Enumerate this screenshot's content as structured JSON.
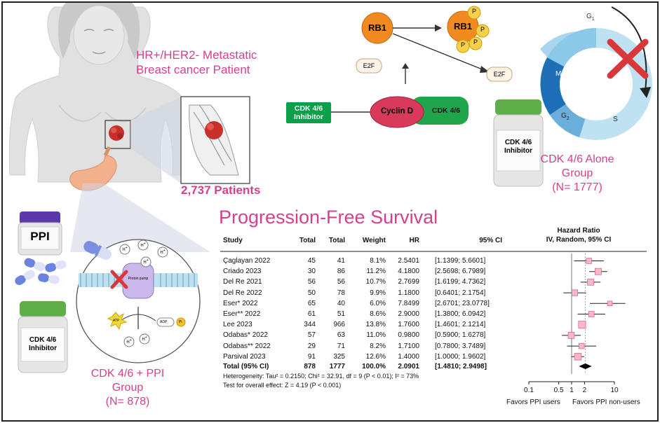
{
  "patient_label": {
    "line1": "HR+/HER2- Metastatic",
    "line2": "Breast cancer Patient"
  },
  "patients_count": "2,737 Patients",
  "pathway": {
    "rb1": "RB1",
    "rb1_p": "RB1",
    "phospho": "P",
    "e2f_left": "E2F",
    "e2f_right": "E2F",
    "cyclin_d": "Cyclin D",
    "cdk46": "CDK 4/6",
    "inhibitor_l1": "CDK 4/6",
    "inhibitor_l2": "Inhibitor"
  },
  "cell_cycle": {
    "g1": "G",
    "g1_sub": "1",
    "m": "M",
    "g2": "G",
    "g2_sub": "2",
    "s": "S"
  },
  "bottle_right": {
    "l1": "CDK 4/6",
    "l2": "Inhibitor"
  },
  "bottle_left": {
    "l1": "CDK 4/6",
    "l2": "Inhibitor"
  },
  "ppi_bottle": "PPI",
  "alone_group": {
    "l1": "CDK 4/6 Alone",
    "l2": "Group",
    "l3": "(N= 1777)"
  },
  "ppi_group": {
    "l1": "CDK 4/6 + PPI",
    "l2": "Group",
    "l3": "(N= 878)"
  },
  "membrane": {
    "h": "H",
    "h_sup": "+",
    "pump": "Proton pump",
    "atp": "ATP",
    "adp": "ADP",
    "pi": "Pi"
  },
  "forest": {
    "title": "Progression-Free Survival",
    "headers": {
      "study": "Study",
      "total1": "Total",
      "total2": "Total",
      "weight": "Weight",
      "hr": "HR",
      "ci": "95% CI",
      "plot1": "Hazard Ratio",
      "plot2": "IV, Random, 95% CI"
    },
    "rows": [
      {
        "study": "Çaglayan 2022",
        "n1": "45",
        "n2": "41",
        "weight": "8.1%",
        "hr": "2.5401",
        "ci": "[1.1399; 5.6601]"
      },
      {
        "study": "Criado 2023",
        "n1": "30",
        "n2": "86",
        "weight": "11.2%",
        "hr": "4.1800",
        "ci": "[2.5698; 6.7989]"
      },
      {
        "study": "Del Re 2021",
        "n1": "56",
        "n2": "56",
        "weight": "10.7%",
        "hr": "2.7699",
        "ci": "[1.6199; 4.7362]"
      },
      {
        "study": "Del Re 2022",
        "n1": "50",
        "n2": "78",
        "weight": "9.9%",
        "hr": "1.1800",
        "ci": "[0.6401; 2.1754]"
      },
      {
        "study": "Eser* 2022",
        "n1": "65",
        "n2": "40",
        "weight": "6.0%",
        "hr": "7.8499",
        "ci": "[2.6701; 23.0778]"
      },
      {
        "study": "Eser** 2022",
        "n1": "61",
        "n2": "51",
        "weight": "8.6%",
        "hr": "2.9000",
        "ci": "[1.3800; 6.0942]"
      },
      {
        "study": "Lee 2023",
        "n1": "344",
        "n2": "966",
        "weight": "13.8%",
        "hr": "1.7600",
        "ci": "[1.4601; 2.1214]"
      },
      {
        "study": "Odabas* 2022",
        "n1": "57",
        "n2": "63",
        "weight": "11.0%",
        "hr": "0.9800",
        "ci": "[0.5900; 1.6278]"
      },
      {
        "study": "Odabas** 2022",
        "n1": "29",
        "n2": "71",
        "weight": "8.2%",
        "hr": "1.7100",
        "ci": "[0.7800; 3.7489]"
      },
      {
        "study": "Parsival 2023",
        "n1": "91",
        "n2": "325",
        "weight": "12.6%",
        "hr": "1.4000",
        "ci": "[1.0000; 1.9602]"
      }
    ],
    "total": {
      "study": "Total (95% CI)",
      "n1": "878",
      "n2": "1777",
      "weight": "100.0%",
      "hr": "2.0901",
      "ci": "[1.4810; 2.9498]"
    },
    "heterogeneity": "Heterogeneity: Tau² = 0.2150; Chi² = 32.91, df = 9 (P < 0.01); I² = 73%",
    "overall_effect": "Test for overall effect: Z = 4.19 (P < 0.001)",
    "axis_ticks": [
      "0.1",
      "0.5",
      "1",
      "2",
      "10"
    ],
    "favors_left": "Favors PPI users",
    "favors_right": "Favors PPI non-users"
  },
  "chart_data": {
    "type": "scatter",
    "scale": "log",
    "xlim": [
      0.1,
      10
    ],
    "x_ticks": [
      0.1,
      0.5,
      1,
      2,
      10
    ],
    "reference_line": 1,
    "studies": [
      {
        "name": "Çaglayan 2022",
        "hr": 2.5401,
        "lo": 1.1399,
        "hi": 5.6601,
        "weight": 8.1
      },
      {
        "name": "Criado 2023",
        "hr": 4.18,
        "lo": 2.5698,
        "hi": 6.7989,
        "weight": 11.2
      },
      {
        "name": "Del Re 2021",
        "hr": 2.7699,
        "lo": 1.6199,
        "hi": 4.7362,
        "weight": 10.7
      },
      {
        "name": "Del Re 2022",
        "hr": 1.18,
        "lo": 0.6401,
        "hi": 2.1754,
        "weight": 9.9
      },
      {
        "name": "Eser* 2022",
        "hr": 7.8499,
        "lo": 2.6701,
        "hi": 23.0778,
        "weight": 6.0
      },
      {
        "name": "Eser** 2022",
        "hr": 2.9,
        "lo": 1.38,
        "hi": 6.0942,
        "weight": 8.6
      },
      {
        "name": "Lee 2023",
        "hr": 1.76,
        "lo": 1.4601,
        "hi": 2.1214,
        "weight": 13.8
      },
      {
        "name": "Odabas* 2022",
        "hr": 0.98,
        "lo": 0.59,
        "hi": 1.6278,
        "weight": 11.0
      },
      {
        "name": "Odabas** 2022",
        "hr": 1.71,
        "lo": 0.78,
        "hi": 3.7489,
        "weight": 8.2
      },
      {
        "name": "Parsival 2023",
        "hr": 1.4,
        "lo": 1.0,
        "hi": 1.9602,
        "weight": 12.6
      }
    ],
    "pooled": {
      "hr": 2.0901,
      "lo": 1.481,
      "hi": 2.9498
    },
    "colors": {
      "marker_fill": "#f4b8c6",
      "marker_stroke": "#d96b88",
      "pooled": "#000000"
    }
  }
}
